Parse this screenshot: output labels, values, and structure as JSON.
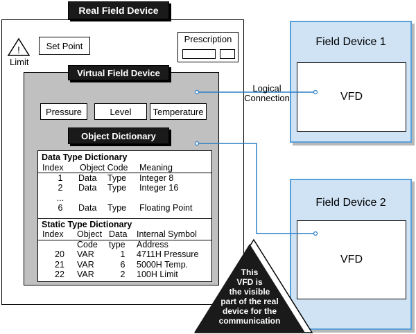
{
  "real_field_device": {
    "title": "Real Field Device",
    "set_point": "Set Point",
    "limit": "Limit",
    "limit_icon_glyph": "!",
    "prescription": "Prescription"
  },
  "virtual_field_device": {
    "title": "Virtual Field Device",
    "buttons": [
      "Pressure",
      "Level",
      "Temperature"
    ],
    "object_dictionary": "Object Dictionary"
  },
  "data_type_dictionary": {
    "title": "Data Type Dictionary",
    "headers": [
      "Index",
      "Object Code",
      "Meaning"
    ],
    "rows": [
      {
        "index": "1",
        "object": "Data",
        "code": "Type",
        "meaning": "Integer 8"
      },
      {
        "index": "2",
        "object": "Data",
        "code": "Type",
        "meaning": "Integer 16"
      },
      {
        "index": "...",
        "object": "",
        "code": "",
        "meaning": ""
      },
      {
        "index": "6",
        "object": "Data",
        "code": "Type",
        "meaning": "Floating Point"
      }
    ]
  },
  "static_type_dictionary": {
    "title": "Static Type Dictionary",
    "headers": [
      "Index",
      "Object",
      "Data",
      "Internal Symbol"
    ],
    "headers2": [
      "",
      "Code",
      "type",
      "Address"
    ],
    "rows": [
      {
        "index": "20",
        "object": "VAR",
        "data": "1",
        "symbol": "4711H Pressure"
      },
      {
        "index": "21",
        "object": "VAR",
        "data": "6",
        "symbol": "5000H Temp."
      },
      {
        "index": "22",
        "object": "VAR",
        "data": "2",
        "symbol": "100H Limit"
      }
    ]
  },
  "logical_connection": {
    "line1": "Logical",
    "line2": "Connection"
  },
  "field_devices": [
    {
      "title": "Field Device 1",
      "vfd": "VFD"
    },
    {
      "title": "Field Device 2",
      "vfd": "VFD"
    }
  ],
  "note": {
    "lines": [
      "This",
      "VFD is",
      "the visible",
      "part of the real",
      "device for the",
      "communication"
    ]
  },
  "colors": {
    "field_device_fill": "#cfe3f5",
    "field_device_border": "#5aa0d8",
    "connector_line": "#2a7fc7",
    "vfd_panel": "#c0c0c0"
  }
}
